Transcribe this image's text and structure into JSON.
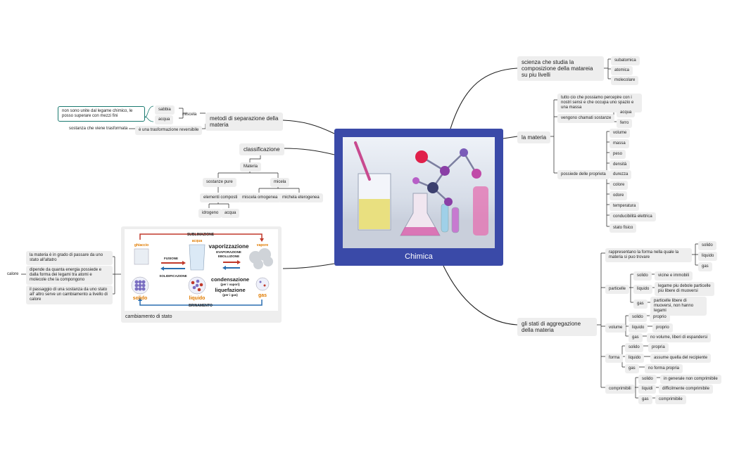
{
  "center": {
    "title": "Chimica",
    "illustration": "laboratory-glassware-molecule-icon"
  },
  "branch_science": {
    "title": "scienza che studia la composizione della matareia su piu livelli",
    "levels": [
      "subatomica",
      "atomica",
      "molecolare"
    ]
  },
  "branch_matter": {
    "title": "la materia",
    "definition": "tutto cio che possiamo percepire con i nostri sensi e che occupa uno spazio e una massa",
    "called_label": "vengono chamati sostanze",
    "called_examples": [
      "acqua",
      "ferro"
    ],
    "properties_label": "possiede delle proprieta",
    "properties": [
      "volume",
      "massa",
      "peso",
      "densità",
      "durezza",
      "colore",
      "odore",
      "temperatura",
      "conducibilità elettrica",
      "stato fisico"
    ]
  },
  "branch_aggregation": {
    "title": "gli stati di aggregazione della materia",
    "represent": {
      "label": "rappresentano la forma nella quale la materia si puo trovare",
      "items": [
        "solido",
        "liquido",
        "gas"
      ]
    },
    "particles": {
      "label": "particelle",
      "rows": [
        {
          "state": "solido",
          "desc": "vicine e immobili"
        },
        {
          "state": "liquido",
          "desc": "legame piu debole particelle piu libere di muoversi"
        },
        {
          "state": "gas",
          "desc": "particelle libere di muoversi, non hanno legami"
        }
      ]
    },
    "volume": {
      "label": "volume",
      "rows": [
        {
          "state": "solido",
          "desc": "proprio"
        },
        {
          "state": "liquido",
          "desc": "proprio"
        },
        {
          "state": "gas",
          "desc": "no volume, liberi di espandersi"
        }
      ]
    },
    "shape": {
      "label": "forma",
      "rows": [
        {
          "state": "solido",
          "desc": "propria"
        },
        {
          "state": "liquido",
          "desc": "assume quella del recipiente"
        },
        {
          "state": "gas",
          "desc": "no forma propria"
        }
      ]
    },
    "compress": {
      "label": "comprimibili",
      "rows": [
        {
          "state": "solido",
          "desc": "in generale non comprimibile"
        },
        {
          "state": "liquidi",
          "desc": "difficilmente comprimibile"
        },
        {
          "state": "gas",
          "desc": "comprimibile"
        }
      ]
    }
  },
  "branch_separation": {
    "title": "metodi di separazione della materia",
    "mixture": "miscela",
    "mix_items": [
      "sabbia",
      "acqua"
    ],
    "mix_note": "non sono unite dal legame chimico, le posso superare con mezzi fini",
    "reversible": "è una trasformazione reversibile",
    "reversible_note": "sostanza che viene trasformata"
  },
  "branch_classification": {
    "title": "classificazione",
    "root": "Materia",
    "pure": "sostanze pure",
    "mixture": "micela",
    "elements": "elementi composti",
    "element_items": [
      "idrogeno",
      "acqua"
    ],
    "mix_types": [
      "miscela omogenea",
      "michela eterogenea"
    ]
  },
  "branch_states": {
    "caption": "cambiamento di stato",
    "note_1": "la materia è in grado di passare da uno stato all'altatro",
    "note_2": "dipende da quanta energia possiede e dalla forma dei legami tra atomi e molecole che la compongono",
    "note_3": "il passaggio di una sostanza da uno stato all' altro serve un cambiamento a livello di calore",
    "heat": "calore",
    "diagram": {
      "sublimation": "SUBLIMAZIONE",
      "ice": "ghiaccio",
      "water": "acqua",
      "vapor": "vapore",
      "vaporization": "vaporizzazione",
      "evaporation": "EVAPORAZIONE",
      "boiling": "EBOLLIZIONE",
      "fusion": "FUSIONE",
      "solidification": "SOLIDIFICAZIONE",
      "condensation": "condensazione",
      "condensation_sub": "(per i vapori)",
      "liquefaction": "liquefazione",
      "liquefaction_sub": "(per i gas)",
      "solid": "solido",
      "liquid": "liquido",
      "gas": "gas",
      "deposition": "BRINAMENTO"
    }
  },
  "colors": {
    "center_bg": "#3a4aa8",
    "node_bg": "#eeeeee",
    "connector": "#222222",
    "note_border": "#1a7a70",
    "diagram_red": "#c0392b",
    "diagram_blue": "#2a6fb0",
    "diagram_orange": "#e07b00"
  }
}
